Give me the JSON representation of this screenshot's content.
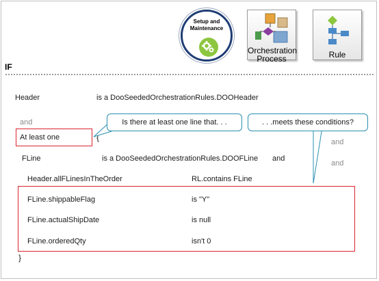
{
  "icons": {
    "setup": {
      "label_line1": "Setup and",
      "label_line2": "Maintenance"
    },
    "orchestration": {
      "label_line1": "Orchestration",
      "label_line2": "Process"
    },
    "rule": {
      "label": "Rule"
    }
  },
  "section_label": "IF",
  "rows": {
    "header_var": "Header",
    "header_type": "is a  DooSeededOrchestrationRules.DOOHeader",
    "and_1": "and",
    "at_least_one": "At least one",
    "brace_open": "{",
    "fline_var": "FLine",
    "fline_type": "is a  DooSeededOrchestrationRules.DOOFLine",
    "fline_and": "and",
    "right_and_1": "and",
    "right_and_2": "and",
    "lines_var": "Header.allFLinesInTheOrder",
    "lines_cond": "RL.contains  FLine",
    "brace_close": "}"
  },
  "conditions": [
    {
      "attr": "FLine.shippableFlag",
      "test": "is \"Y\""
    },
    {
      "attr": "FLine.actualShipDate",
      "test": "is null"
    },
    {
      "attr": "FLine.orderedQty",
      "test": "isn't 0"
    }
  ],
  "callouts": {
    "left": "Is there at least one line that. . .",
    "right": ". . .meets these conditions?"
  },
  "colors": {
    "highlight_border": "#d9232d",
    "callout_border": "#2a8fb0",
    "setup_ring": "#1f3d75",
    "setup_gear": "#8dc63f"
  }
}
